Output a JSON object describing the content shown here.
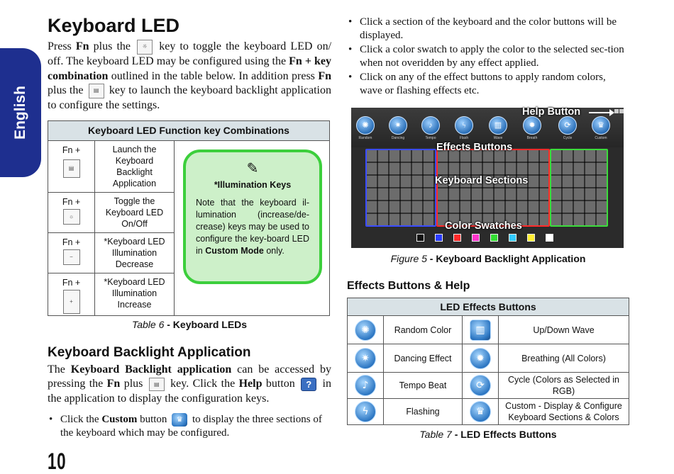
{
  "sidebar": {
    "language_tab": "English"
  },
  "left": {
    "title": "Keyboard LED",
    "intro": {
      "p1": "Press ",
      "fn1": "Fn",
      "p2": " plus the ",
      "p3": " key to toggle the keyboard LED on/ off. The keyboard LED may be configured using the ",
      "fnplus": "Fn + key combination",
      "p4": " outlined in the table below. In addition press ",
      "fn2": "Fn",
      "p5": " plus the ",
      "p6": " key to launch the keyboard backlight application to configure the settings."
    },
    "fn_table": {
      "header": "Keyboard LED Function key Combinations",
      "rows": [
        {
          "fn": "Fn +",
          "desc": "Launch the Keyboard Backlight Application"
        },
        {
          "fn": "Fn +",
          "desc": "Toggle the Keyboard LED On/Off"
        },
        {
          "fn": "Fn +",
          "desc": "*Keyboard LED Illumination Decrease"
        },
        {
          "fn": "Fn +",
          "desc": "*Keyboard LED Illumination Increase"
        }
      ],
      "note": {
        "title": "*Illumination Keys",
        "text": "Note that the keyboard il-lumination (increase/de-crease) keys may be used to configure the key-board LED in ",
        "bold": "Custom Mode",
        "tail": " only."
      }
    },
    "table_caption": {
      "prefix": "Table 6",
      "title": " - Keyboard LEDs"
    },
    "app_section": {
      "heading": "Keyboard Backlight Application",
      "p1": "The ",
      "app_name": "Keyboard Backlight application",
      "p2": " can be accessed by pressing the ",
      "fn": "Fn",
      "p3": " plus ",
      "p4": " key. Click the ",
      "help": "Help",
      "p5": " button ",
      "p6": " in the application to display the configuration keys.",
      "help_glyph": "?",
      "bullet": {
        "b1": "Click the ",
        "custom": "Custom",
        "b2": " button ",
        "b3": " to display the three sections of the keyboard which may be configured."
      }
    },
    "page_number": "10"
  },
  "right": {
    "bullets": [
      "Click a section of the keyboard and the color buttons will be displayed.",
      "Click a color swatch to apply the color to the selected sec-tion when not overidden by any effect applied.",
      "Click on any of the effect buttons to apply random colors, wave or flashing effects etc."
    ],
    "figure": {
      "labels": {
        "help": "Help Button",
        "effects": "Effects Buttons",
        "sections": "Keyboard Sections",
        "swatches": "Color Swatches"
      },
      "buttons": [
        "Random",
        "Dancing",
        "Tempo",
        "Flash",
        "Wave",
        "Breath",
        "Cycle",
        "Custom"
      ],
      "section_colors": [
        "#3a4cff",
        "#ff2a2a",
        "#3cdc3c"
      ],
      "swatch_colors": [
        "#111111",
        "#2a3cff",
        "#ff2a2a",
        "#ff33cc",
        "#33dd33",
        "#33ccff",
        "#ffee33",
        "#ffffff"
      ]
    },
    "figure_caption": {
      "prefix": "Figure 5",
      "title": " - Keyboard Backlight Application"
    },
    "effects_heading": "Effects Buttons & Help",
    "led_table": {
      "header": "LED Effects Buttons",
      "rows": [
        {
          "left_icon": "random-icon",
          "left": "Random Color",
          "right_icon": "wave-icon",
          "right": "Up/Down Wave"
        },
        {
          "left_icon": "dancing-icon",
          "left": "Dancing Effect",
          "right_icon": "breathing-icon",
          "right": "Breathing (All Colors)"
        },
        {
          "left_icon": "tempo-icon",
          "left": "Tempo Beat",
          "right_icon": "cycle-icon",
          "right": "Cycle (Colors as Selected in RGB)"
        },
        {
          "left_icon": "flashing-icon",
          "left": "Flashing",
          "right_icon": "custom-icon",
          "right": "Custom - Display & Configure Keyboard Sections & Colors"
        }
      ]
    },
    "table_caption": {
      "prefix": "Table 7",
      "title": " - LED Effects Buttons"
    }
  }
}
